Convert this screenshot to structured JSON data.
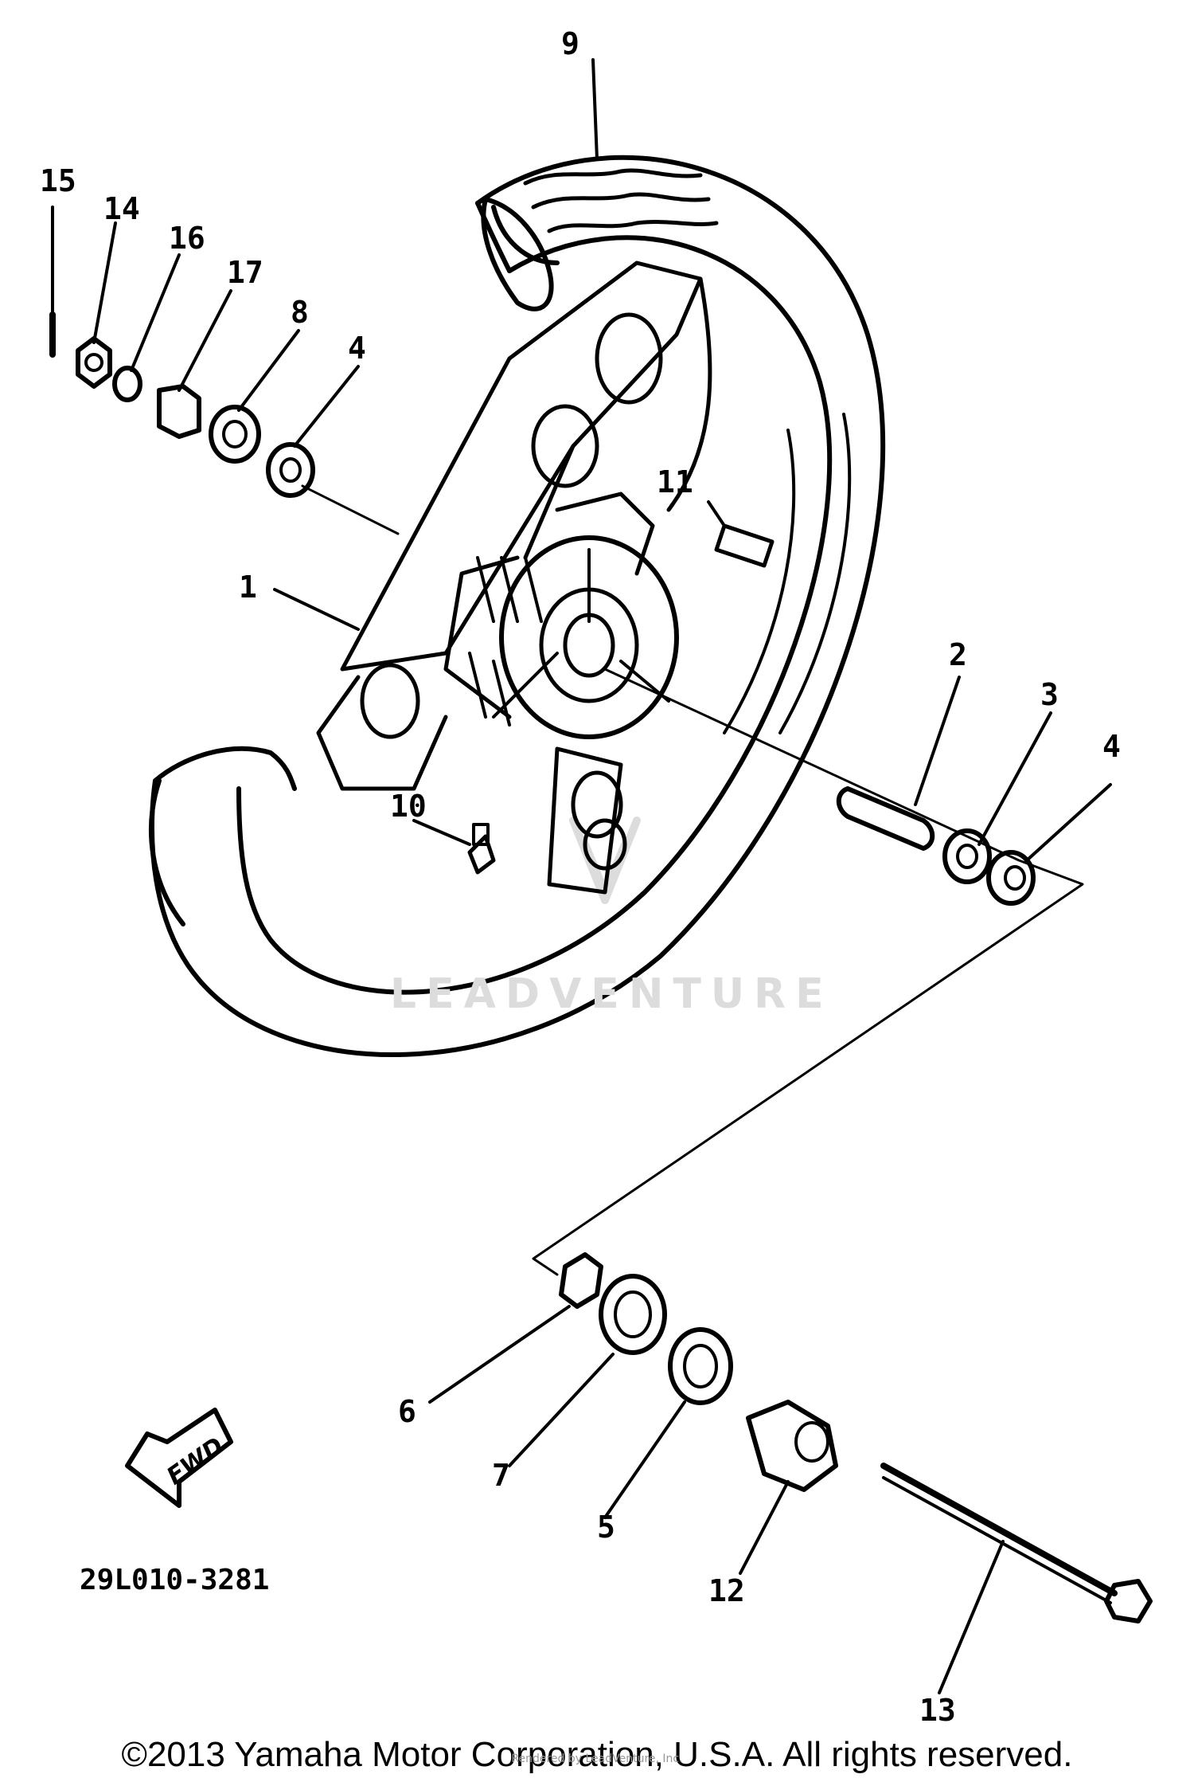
{
  "callouts": {
    "c1": "1",
    "c2": "2",
    "c3": "3",
    "c4a": "4",
    "c4b": "4",
    "c5": "5",
    "c6": "6",
    "c7": "7",
    "c8": "8",
    "c9": "9",
    "c10": "10",
    "c11": "11",
    "c12": "12",
    "c13": "13",
    "c14": "14",
    "c15": "15",
    "c16": "16",
    "c17": "17"
  },
  "fwd_label": "FWD",
  "part_code": "29L010-3281",
  "watermark": "LEADVENTURE",
  "copyright": "©2013 Yamaha Motor Corporation, U.S.A. All rights reserved.",
  "small_watermark": "Rendered by LeadVenture, Inc.",
  "colors": {
    "ink": "#000000",
    "watermark": "#dcdcdc",
    "background": "#ffffff"
  }
}
